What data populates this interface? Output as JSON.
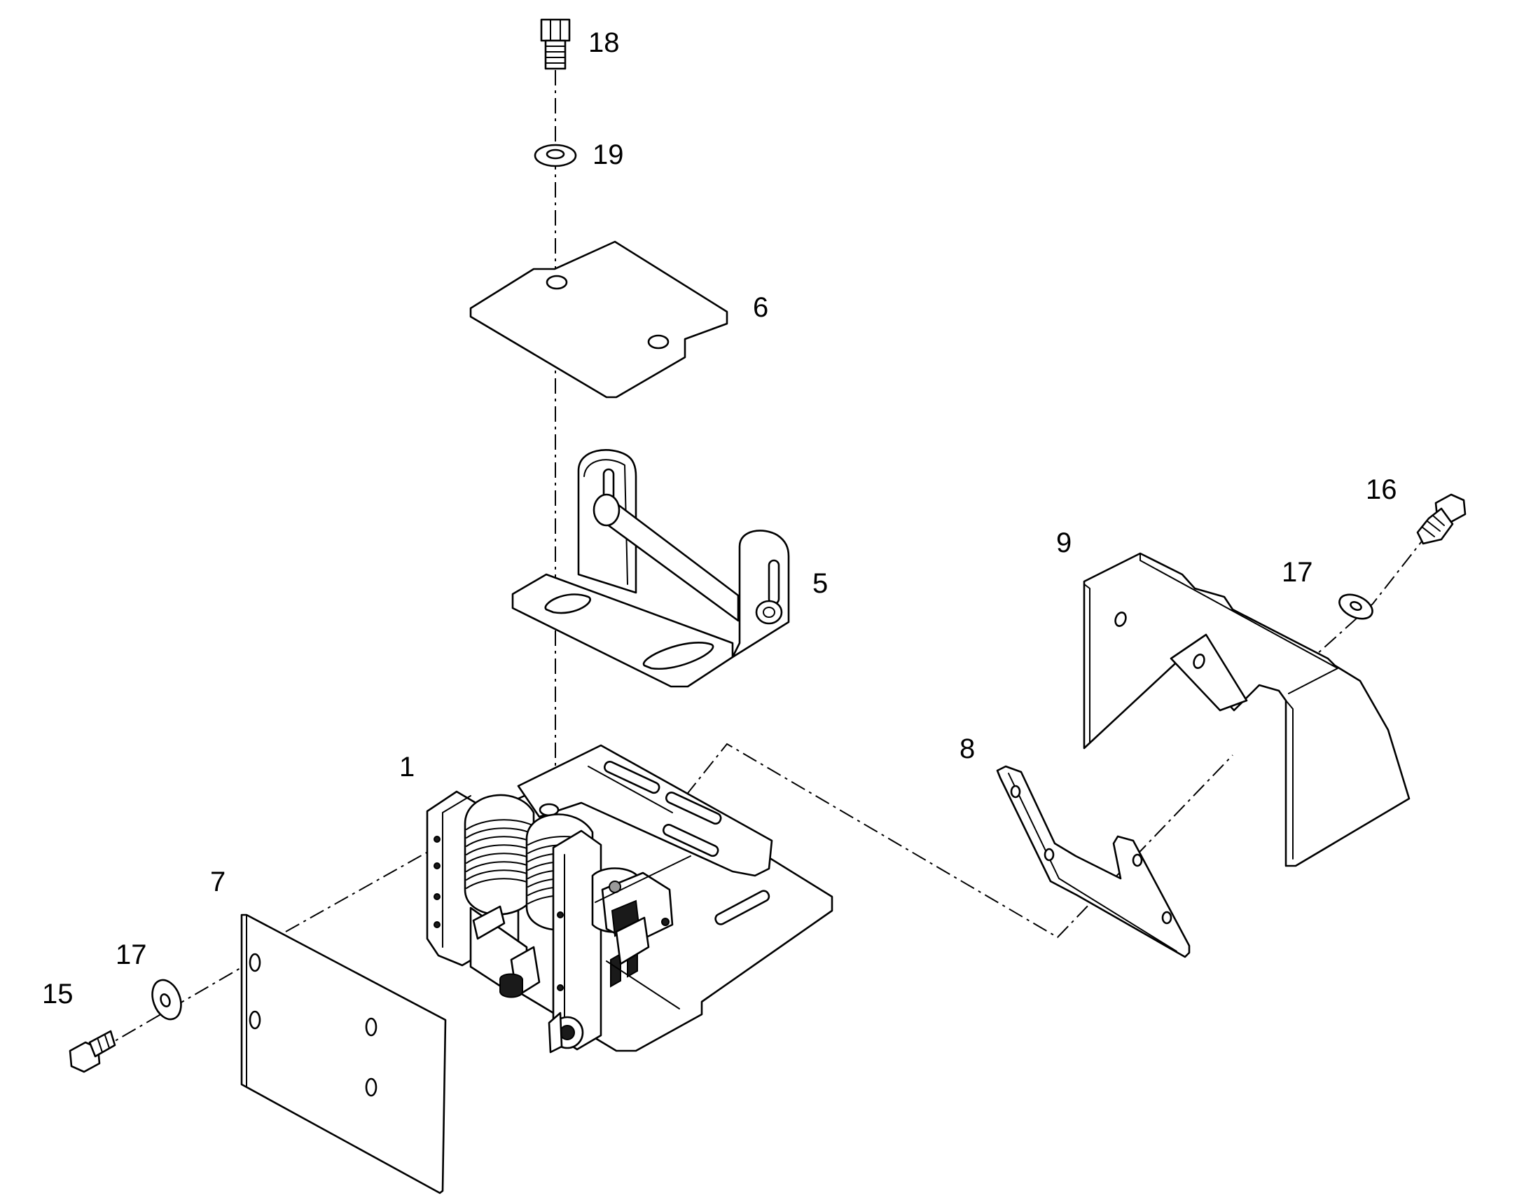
{
  "callouts": {
    "c1": "1",
    "c5": "5",
    "c6": "6",
    "c7": "7",
    "c8": "8",
    "c9": "9",
    "c15": "15",
    "c16": "16",
    "c17a": "17",
    "c17b": "17",
    "c18": "18",
    "c19": "19"
  },
  "colors": {
    "line": "#000000",
    "background": "#ffffff"
  }
}
